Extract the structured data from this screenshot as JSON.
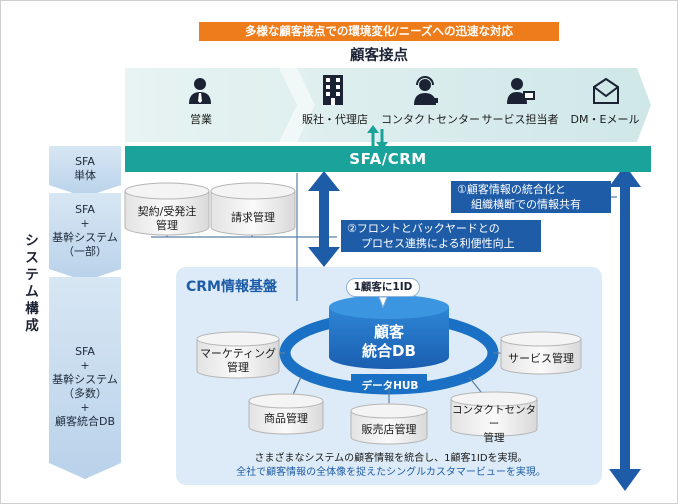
{
  "banner": "多様な顧客接点での環境変化/ニーズへの迅速な対応",
  "touchpoints_title": "顧客接点",
  "touchpoints": [
    {
      "label": "営業",
      "icon": "salesperson-icon"
    },
    {
      "label": "販社・代理店",
      "icon": "building-icon"
    },
    {
      "label": "コンタクトセンター",
      "icon": "headset-operator-icon"
    },
    {
      "label": "サービス担当者",
      "icon": "service-staff-icon"
    },
    {
      "label": "DM・Eメール",
      "icon": "envelope-icon"
    }
  ],
  "sfa_crm": "SFA/CRM",
  "system_structure_label": "システム構成",
  "system_levels": [
    {
      "lines": [
        "SFA",
        "単体"
      ]
    },
    {
      "lines": [
        "SFA",
        "+",
        "基幹システム",
        "（一部）"
      ]
    },
    {
      "lines": [
        "SFA",
        "+",
        "基幹システム",
        "（多数）",
        "+",
        "顧客統合DB"
      ]
    }
  ],
  "backend_dbs": [
    {
      "lines": [
        "契約/受発注",
        "管理"
      ]
    },
    {
      "lines": [
        "請求管理"
      ]
    }
  ],
  "callouts": [
    {
      "lines": [
        "①顧客情報の統合化と",
        "組織横断での情報共有"
      ]
    },
    {
      "lines": [
        "②フロントとバックヤードとの",
        "プロセス連携による利便性向上"
      ]
    }
  ],
  "crm_platform": {
    "title": "CRM情報基盤",
    "bubble": "1顧客に1ID",
    "core_db": [
      "顧客",
      "統合DB"
    ],
    "hub": "データHUB",
    "dbs": [
      {
        "lines": [
          "マーケティング",
          "管理"
        ]
      },
      {
        "lines": [
          "サービス管理"
        ]
      },
      {
        "lines": [
          "商品管理"
        ]
      },
      {
        "lines": [
          "販売店管理"
        ]
      },
      {
        "lines": [
          "コンタクトセンター",
          "管理"
        ]
      }
    ],
    "note1": "さまざまなシステムの顧客情報を統合し、1顧客1IDを実現。",
    "note2": "全社で顧客情報の全体像を捉えたシングルカスタマービューを実現。"
  },
  "colors": {
    "orange": "#ee7c1a",
    "teal": "#1aa39b",
    "navy": "#1f5ca8",
    "light_blue": "#dcebf7",
    "touch_band": "#d6ecec"
  }
}
